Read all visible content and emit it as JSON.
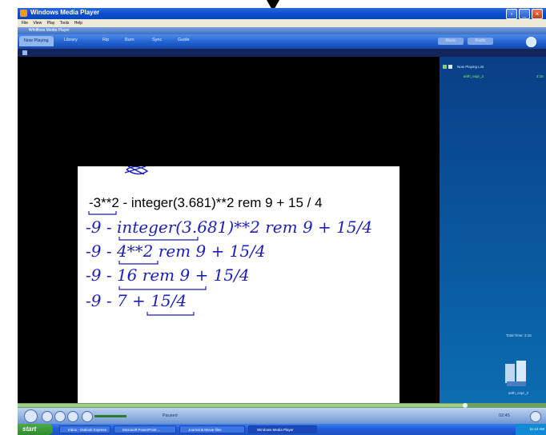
{
  "window": {
    "title": "Windows Media Player"
  },
  "menu": [
    "File",
    "View",
    "Play",
    "Tools",
    "Help"
  ],
  "subtitle": "Windows Media Player",
  "subtitle_controls": "– ▫ ×",
  "tabs": [
    "Now Playing",
    "Library",
    "Rip",
    "Burn",
    "Sync",
    "Guide"
  ],
  "right_tabs": [
    "Music",
    "Radio"
  ],
  "playlist": {
    "title": "Now Playing List",
    "item": "arith_expr_2",
    "duration": "3:15",
    "total": "Total Time: 3:15",
    "album": "arith_expr_2"
  },
  "whiteboard": {
    "typed": "-3**2 - integer(3.681)**2 rem 9 + 15 / 4",
    "line1": "-9 - integer(3.681)**2 rem 9 + 15/4",
    "line2": "-9 - 4**2 rem 9 + 15/4",
    "line3": "-9 - 16 rem 9 + 15/4",
    "line4": "-9 - 7 + 15/4"
  },
  "controls": {
    "status": "Paused",
    "time": "02:45"
  },
  "taskbar": {
    "start": "start",
    "tasks": [
      "Inbox - Outlook Express",
      "Microsoft PowerPoint ...",
      "Journal & Movie files",
      "Windows Media Player"
    ],
    "clock": "11:12 AM"
  },
  "colors": {
    "accent": "#1f5ed0",
    "ink": "#1b1fb8"
  }
}
